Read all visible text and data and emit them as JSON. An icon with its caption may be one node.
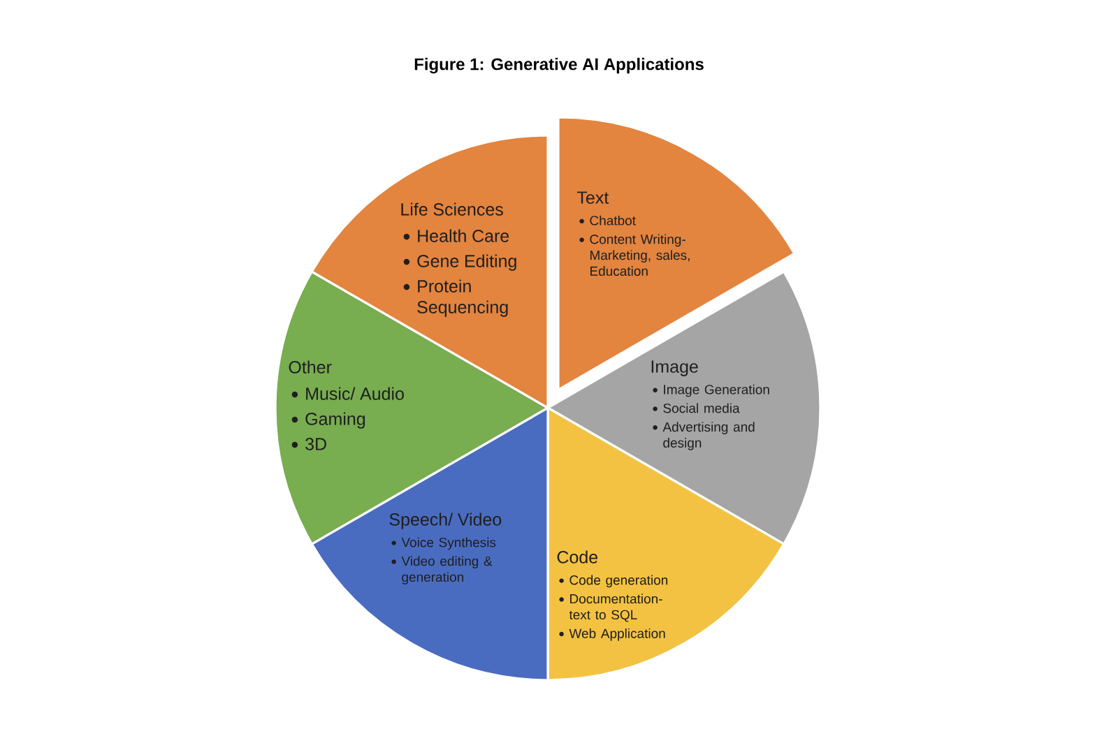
{
  "diagram": {
    "title": "Figure 1: Generative AI Applications",
    "nodes": [
      {
        "text": [
          "Text",
          "Chatbot",
          "Content Writing- Marketing, sales, Education"
        ]
      },
      {
        "text": [
          "Image",
          "Image Generation",
          "Social media",
          "Advertising and design"
        ]
      },
      {
        "text": [
          "Code",
          "Code generation",
          "Documentation- text to SQL",
          "Web Application"
        ]
      },
      {
        "text": [
          "Speech/ Video",
          "Voice Synthesis",
          "Video editing & generation"
        ]
      },
      {
        "text": [
          "Other",
          "Music/ Audio",
          "Gaming",
          "3D"
        ]
      },
      {
        "text": [
          "Life Sciences",
          "Health Care",
          "Gene Editing",
          "Protein Sequencing"
        ]
      }
    ]
  }
}
